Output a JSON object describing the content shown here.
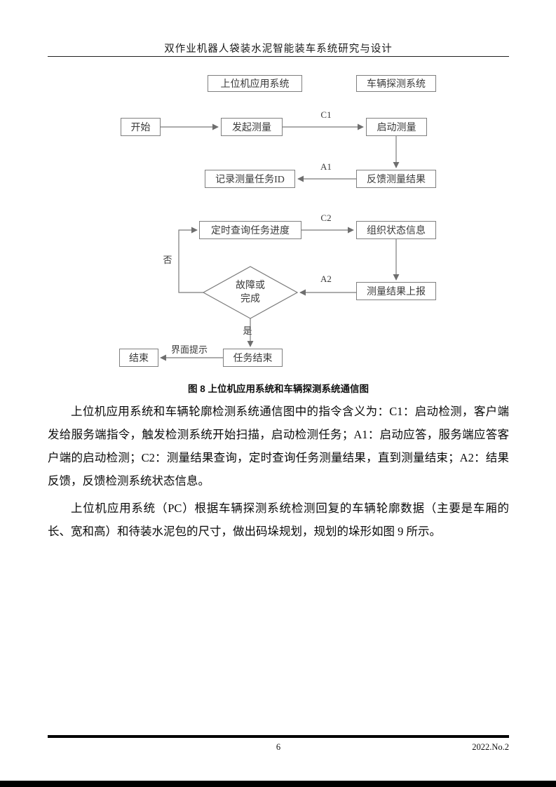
{
  "header": {
    "title": "双作业机器人袋装水泥智能装车系统研究与设计"
  },
  "flowchart": {
    "col_left_header": "上位机应用系统",
    "col_right_header": "车辆探测系统",
    "nodes": {
      "start": "开始",
      "initiate_measure": "发起测量",
      "start_measure": "启动测量",
      "record_task_id": "记录测量任务ID",
      "feedback_result": "反馈测量结果",
      "poll_progress": "定时查询任务进度",
      "organize_status": "组织状态信息",
      "report_result": "测量结果上报",
      "decision_line1": "故障或",
      "decision_line2": "完成",
      "task_end": "任务结束",
      "end": "结束"
    },
    "labels": {
      "c1": "C1",
      "a1": "A1",
      "c2": "C2",
      "a2": "A2",
      "no": "否",
      "yes": "是",
      "ui_prompt": "界面提示"
    },
    "caption": "图 8 上位机应用系统和车辆探测系统通信图"
  },
  "body": {
    "p1": "上位机应用系统和车辆轮廓检测系统通信图中的指令含义为：C1：启动检测，客户端发给服务端指令，触发检测系统开始扫描，启动检测任务；A1：启动应答，服务端应答客户端的启动检测；C2：测量结果查询，定时查询任务测量结果，直到测量结束；A2：结果反馈，反馈检测系统状态信息。",
    "p2": "上位机应用系统（PC）根据车辆探测系统检测回复的车辆轮廓数据（主要是车厢的长、宽和高）和待装水泥包的尺寸，做出码垛规划，规划的垛形如图 9 所示。"
  },
  "footer": {
    "page_number": "6",
    "issue": "2022.No.2"
  }
}
